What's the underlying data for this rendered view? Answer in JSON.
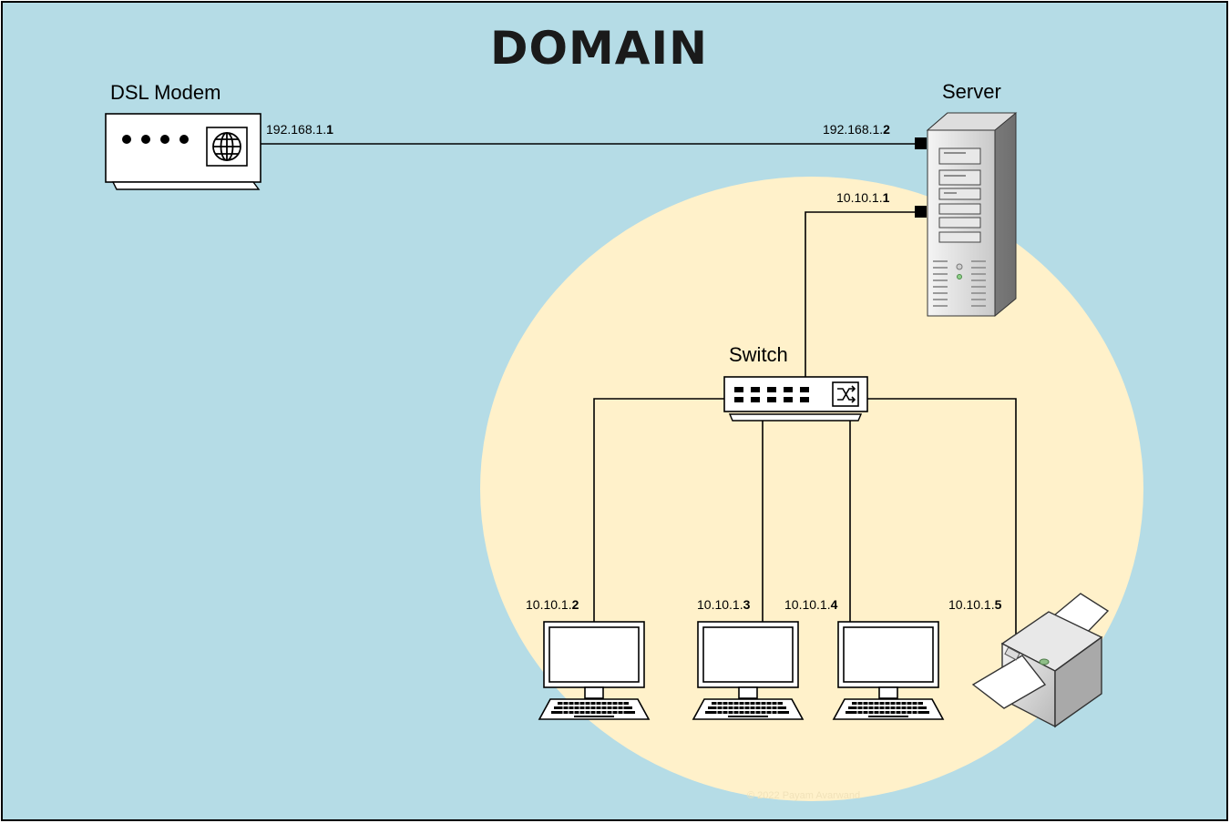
{
  "title": "DOMAIN",
  "colors": {
    "background": "#b5dce6",
    "zone": "#fff1ca",
    "line": "#000000",
    "port": "#000000"
  },
  "devices": {
    "modem": {
      "label": "DSL Modem",
      "icon": "dsl-modem-icon"
    },
    "server": {
      "label": "Server",
      "icon": "server-tower-icon"
    },
    "switch": {
      "label": "Switch",
      "icon": "network-switch-icon"
    },
    "pc1": {
      "icon": "desktop-computer-icon"
    },
    "pc2": {
      "icon": "desktop-computer-icon"
    },
    "pc3": {
      "icon": "desktop-computer-icon"
    },
    "printer": {
      "icon": "printer-icon"
    }
  },
  "addresses": {
    "modem_wan": {
      "prefix": "192.168.1.",
      "host": "1"
    },
    "server_wan": {
      "prefix": "192.168.1.",
      "host": "2"
    },
    "server_lan": {
      "prefix": "10.10.1.",
      "host": "1"
    },
    "pc1": {
      "prefix": "10.10.1.",
      "host": "2"
    },
    "pc2": {
      "prefix": "10.10.1.",
      "host": "3"
    },
    "pc3": {
      "prefix": "10.10.1.",
      "host": "4"
    },
    "printer": {
      "prefix": "10.10.1.",
      "host": "5"
    }
  },
  "copyright": "© 2022 Payam Avarwand"
}
